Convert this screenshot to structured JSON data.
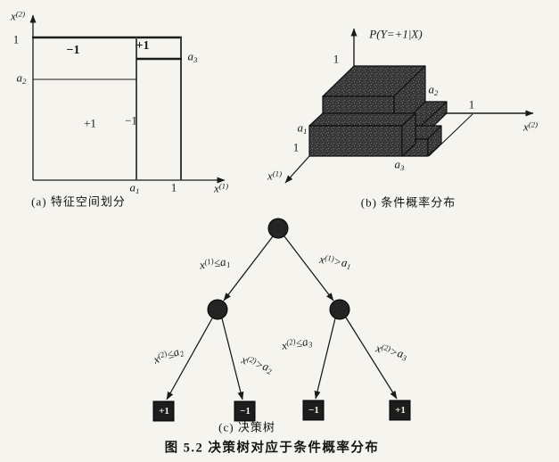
{
  "figure_caption": "图 5.2  决策树对应于条件概率分布",
  "panel_a": {
    "caption": "(a) 特征空间划分",
    "y_axis_label": "x^(2)",
    "x_axis_label": "x^(1)",
    "y_tick_top": "1",
    "y_tick_a2": "a_2",
    "x_tick_a1": "a_1",
    "x_tick_one": "1",
    "side_tick_a3": "a_3",
    "region_top_left": "−1",
    "region_top_right": "+1",
    "region_bottom_left": "+1",
    "region_bottom_right": "−1"
  },
  "panel_b": {
    "caption": "(b) 条件概率分布",
    "p_axis_label": "P(Y=+1|X)",
    "p_tick_one": "1",
    "x2_axis_label": "x^(2)",
    "x2_tick_one": "1",
    "x1_axis_label": "x^(1)",
    "x1_tick_one": "1",
    "label_a1": "a_1",
    "label_a2": "a_2",
    "label_a3": "a_3"
  },
  "panel_c": {
    "caption": "(c) 决策树",
    "edge_root_left": "x^(1)≤a_1",
    "edge_root_right": "x^(1)>a_1",
    "edge_left_left": "x^(2)≤a_2",
    "edge_left_right": "x^(2)>a_2",
    "edge_right_left": "x^(2)≤a_3",
    "edge_right_right": "x^(2)>a_3",
    "leaves": [
      "+1",
      "−1",
      "−1",
      "+1"
    ]
  }
}
